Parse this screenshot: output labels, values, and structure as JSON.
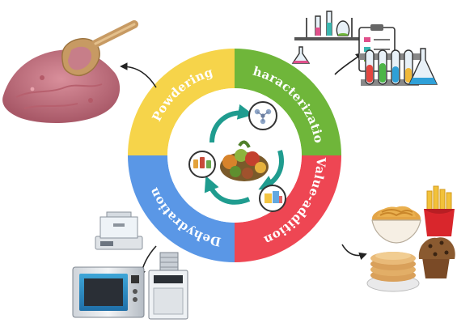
{
  "segments": [
    {
      "id": "powdering",
      "label": "Powdering",
      "color": "#f6d44a"
    },
    {
      "id": "characterization",
      "label": "Characterization",
      "color": "#6fb63a"
    },
    {
      "id": "value-addition",
      "label": "Value-addition",
      "color": "#ee4653"
    },
    {
      "id": "dehydration",
      "label": "Dehydration",
      "color": "#5a97e6"
    }
  ],
  "colors": {
    "cycle_arrow": "#1f9c8f",
    "connector": "#222222",
    "powder": "#c97a86",
    "scoop": "#c79a63"
  },
  "icons": [
    "powder-with-scoop-icon",
    "laboratory-glassware-icon",
    "baked-foods-icon",
    "oven-and-freeze-dryer-icon",
    "recycling-food-waste-icon"
  ]
}
